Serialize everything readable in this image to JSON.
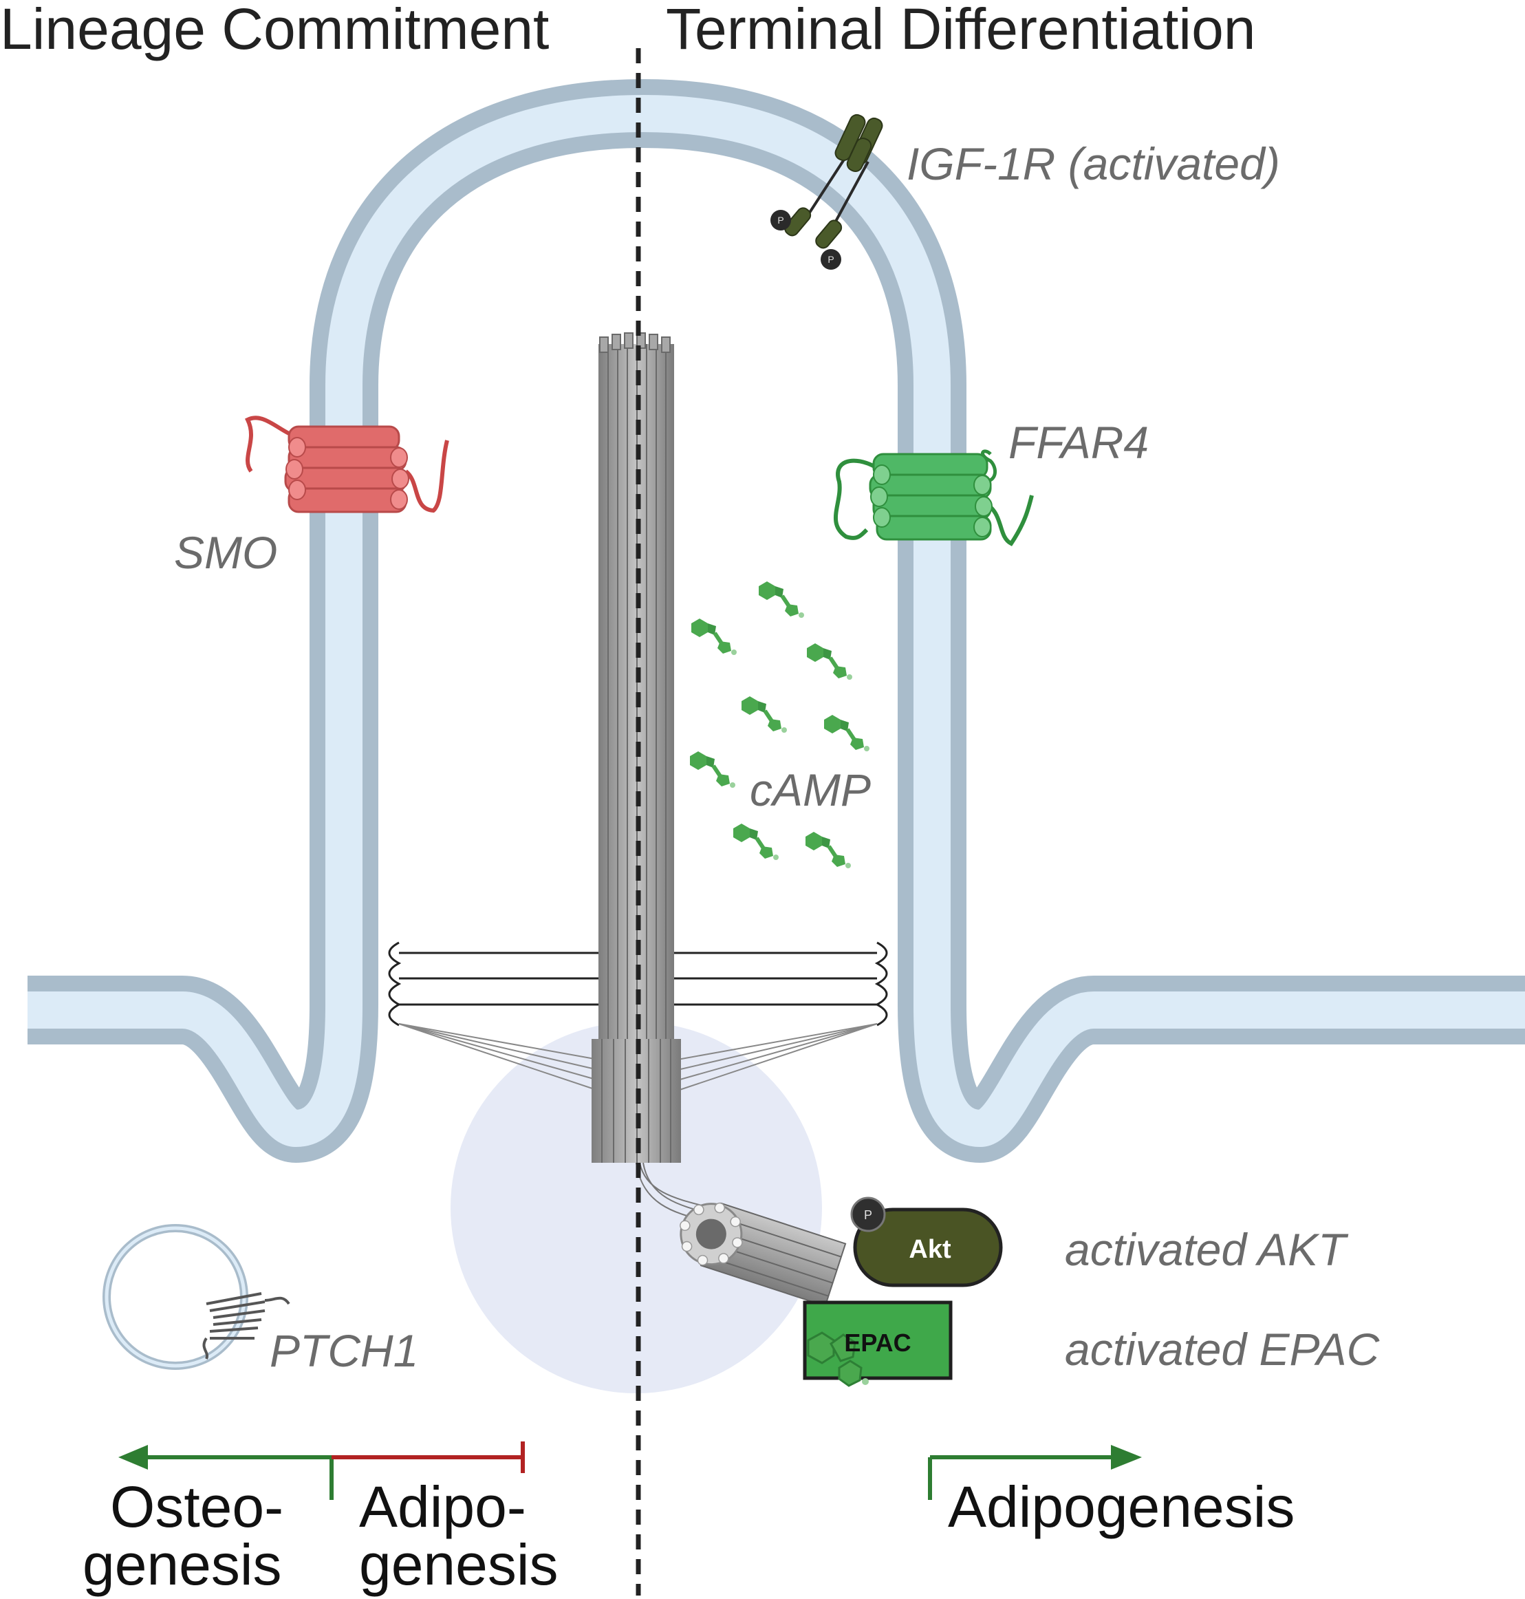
{
  "headings": {
    "left": "Lineage Commitment",
    "right": "Terminal Differentiation"
  },
  "labels": {
    "igf1r": "IGF-1R (activated)",
    "ffar4": "FFAR4",
    "smo": "SMO",
    "camp": "cAMP",
    "ptch1": "PTCH1",
    "activated_akt": "activated AKT",
    "activated_epac": "activated EPAC"
  },
  "proteins": {
    "akt": "Akt",
    "epac": "EPAC",
    "phospho": "P"
  },
  "outcomes": {
    "osteo_line1": "Osteo-",
    "osteo_line2": "genesis",
    "adipo_line1": "Adipo-",
    "adipo_line2": "genesis",
    "right": "Adipogenesis"
  },
  "colors": {
    "membrane_outer": "#a9bccb",
    "membrane_inner": "#dcebf7",
    "smo": "#e06b6b",
    "ffar4": "#4fb866",
    "igf1r": "#4a5a2a",
    "akt": "#4a5424",
    "epac": "#3fa84a",
    "camp": "#4aa84e",
    "cilium": "#9a9a9a",
    "arrow_green": "#2e7d32",
    "arrow_red": "#b22222",
    "basal_zone": "#e6eaf6"
  }
}
